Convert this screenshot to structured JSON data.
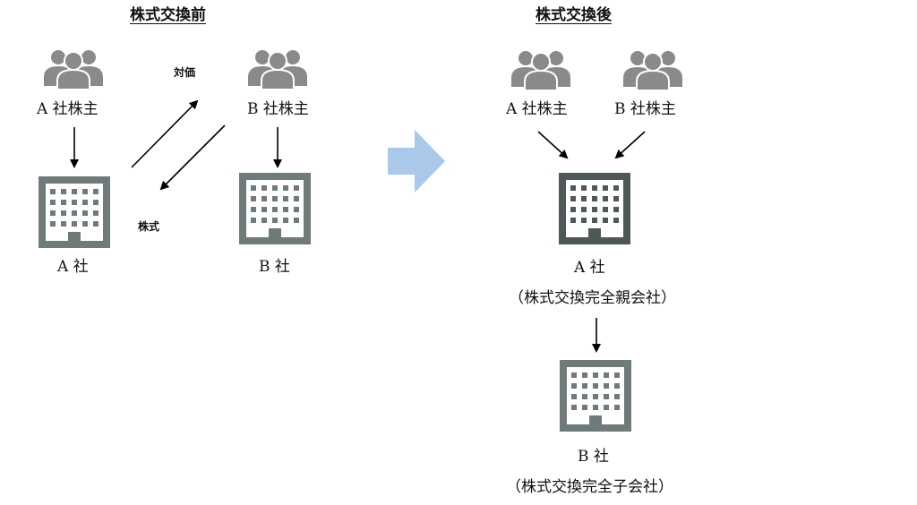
{
  "before": {
    "title": "株式交換前",
    "a_shareholders": "A 社株主",
    "b_shareholders": "B 社株主",
    "a_company": "A 社",
    "b_company": "B 社",
    "consideration": "対価",
    "shares": "株式"
  },
  "after": {
    "title": "株式交換後",
    "a_shareholders": "A 社株主",
    "b_shareholders": "B 社株主",
    "a_company": "A 社",
    "a_role": "（株式交換完全親会社）",
    "b_company": "B 社",
    "b_role": "（株式交換完全子会社）"
  },
  "colors": {
    "people": "#8a8a8a",
    "building": "#6f7a7a",
    "building_dark": "#4e5858",
    "big_arrow": "#a9c8ea",
    "arrow": "#000000"
  },
  "icons": {
    "people": "people-group-icon",
    "building": "office-building-icon",
    "transition": "right-arrow-icon"
  }
}
